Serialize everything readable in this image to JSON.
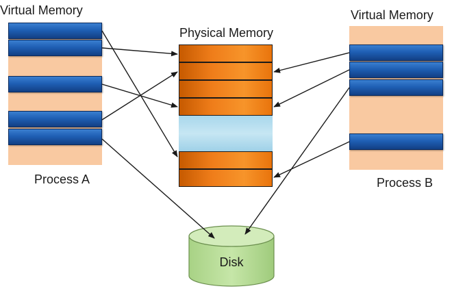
{
  "process_a": {
    "title": "Virtual Memory",
    "caption": "Process A"
  },
  "physical": {
    "title": "Physical Memory"
  },
  "process_b": {
    "title": "Virtual Memory",
    "caption": "Process B"
  },
  "disk": {
    "label": "Disk"
  },
  "colors": {
    "virtual_page": "#1f5fb4",
    "unused_space": "#f9c9a1",
    "physical_frame": "#f08a24",
    "free_space": "#b5dff0",
    "disk": "#b7dc96",
    "arrow": "#1a1a1a"
  }
}
